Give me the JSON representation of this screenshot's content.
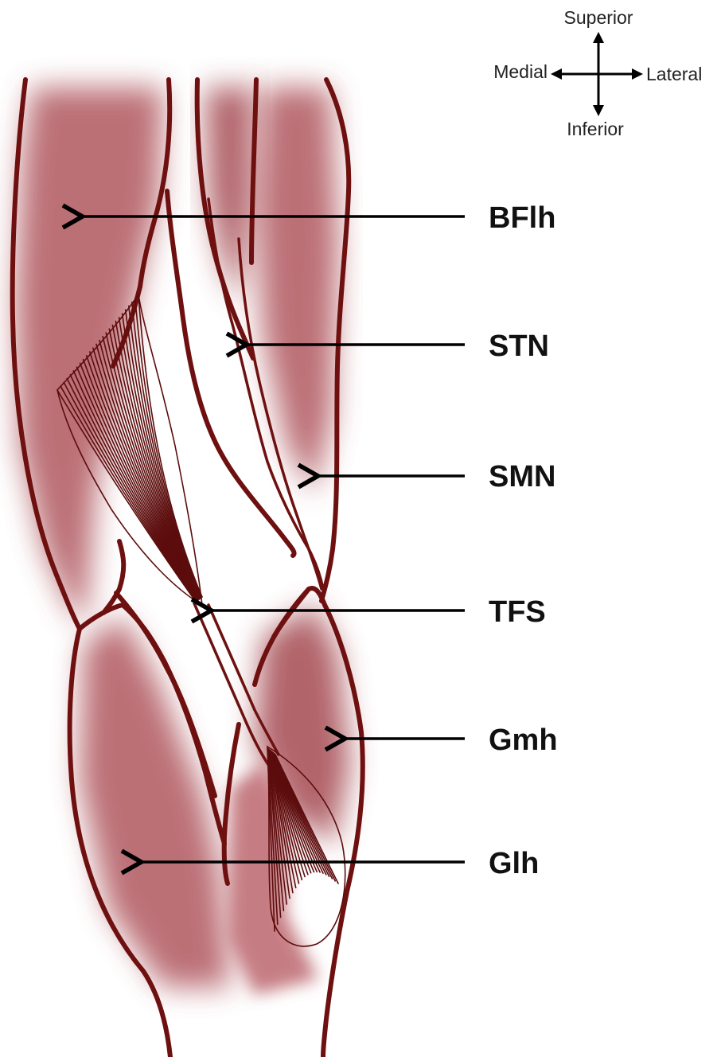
{
  "orientation": {
    "superior": "Superior",
    "inferior": "Inferior",
    "medial": "Medial",
    "lateral": "Lateral"
  },
  "labels": [
    {
      "key": "bflh",
      "text": "BFlh"
    },
    {
      "key": "stn",
      "text": "STN"
    },
    {
      "key": "smn",
      "text": "SMN"
    },
    {
      "key": "tfs",
      "text": "TFS"
    },
    {
      "key": "gmh",
      "text": "Gmh"
    },
    {
      "key": "glh",
      "text": "Glh"
    }
  ],
  "colors": {
    "muscle_outline": "#6e1010",
    "muscle_fill": "#a8474f",
    "arrow": "#000000"
  }
}
